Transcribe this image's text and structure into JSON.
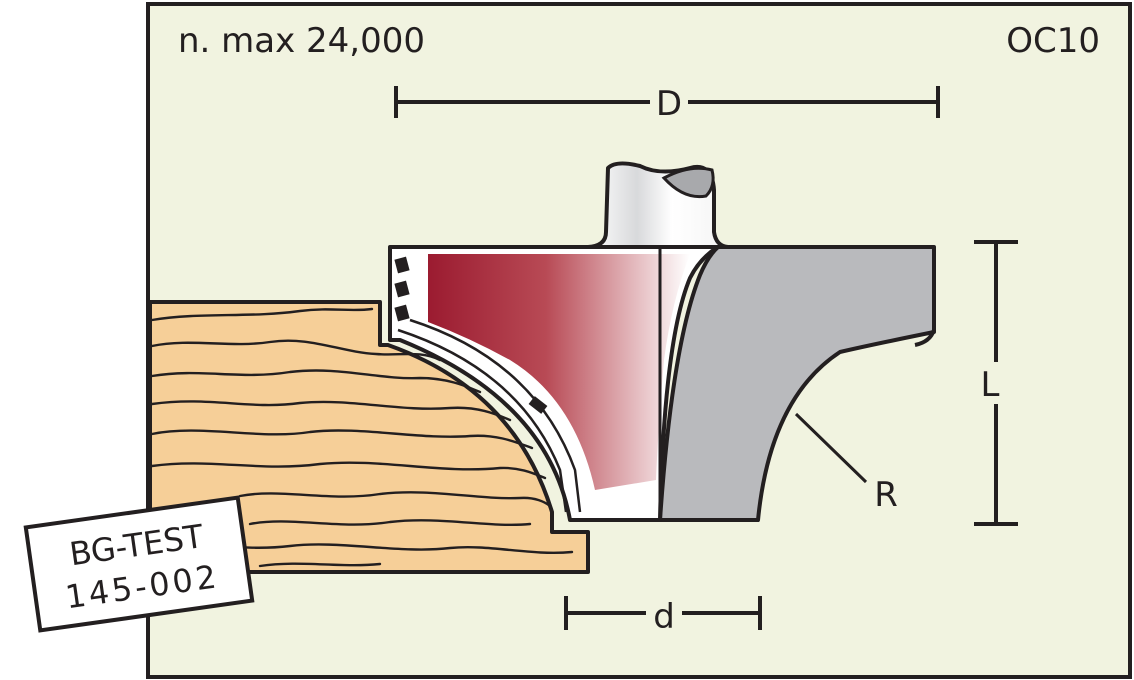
{
  "header": {
    "speed_label": "n. max 24,000",
    "code": "OC10"
  },
  "dimensions": {
    "D": "D",
    "d": "d",
    "L": "L",
    "R": "R"
  },
  "stamp": {
    "line1": "BG-TEST",
    "line2": "145-002"
  },
  "colors": {
    "background": "#f1f3e0",
    "frame": "#231f20",
    "wood": "#f6cf98",
    "wood_grain": "#231f20",
    "carbide_dark": "#9b1b30",
    "body_gray": "#b9babd",
    "shank": "#e6e7e8",
    "stamp_bg": "#ffffff"
  }
}
